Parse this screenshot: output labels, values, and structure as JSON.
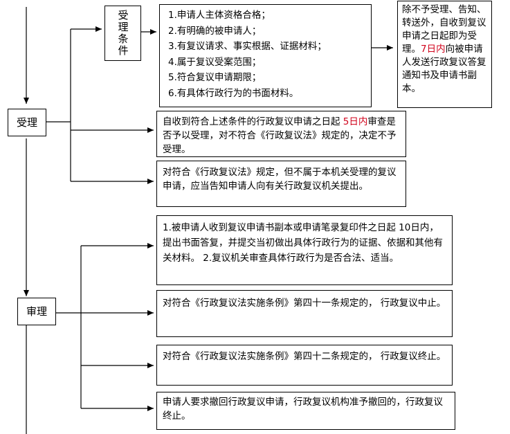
{
  "colors": {
    "highlight": "#d0021b",
    "line": "#000000"
  },
  "stages": {
    "acceptance": "受理",
    "review": "审理"
  },
  "conditions": {
    "title": "受理条件",
    "items": [
      "1.申请人主体资格合格；",
      "2.有明确的被申请人；",
      "3.有复议请求、事实根据、证据材料；",
      "4.属于复议受案范围；",
      "5.符合复议申请期限；",
      "6.有具体行政行为的书面材料。"
    ]
  },
  "outcome_accept": {
    "pre": "除不予受理、告知、转送外，自收到复议申请之日起即为受理。",
    "highlight": "7日内",
    "post": "向被申请人发送行政复议答复通知书及申请书副本。"
  },
  "review_check": {
    "pre": "自收到符合上述条件的行政复议申请之日起 ",
    "highlight": "5日内",
    "post": "审查是否予以受理，对不符合《行政复议法》规定的，决定不予受理。"
  },
  "notify": "对符合《行政复议法》规定，但不属于本机关受理的复议申请，应当告知申请人向有关行政复议机关提出。",
  "review_items": [
    "1.被申请人收到复议申请书副本或申请笔录复印件之日起 10日内，提出书面答复，并提交当初做出具体行政行为的证据、依据和其他有关材料。 2.复议机关审查具体行政行为是否合法、适当。",
    "对符合《行政复议法实施条例》第四十一条规定的，  行政复议中止。",
    "对符合《行政复议法实施条例》第四十二条规定的，  行政复议终止。",
    "申请人要求撤回行政复议申请，行政复议机构准予撤回的，行政复议终止。"
  ]
}
